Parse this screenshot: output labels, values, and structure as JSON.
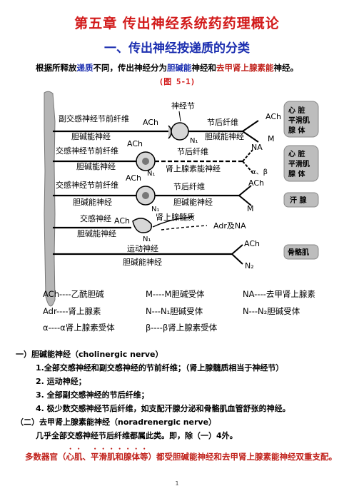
{
  "chapter_title": "第五章  传出神经系统药药理概论",
  "section_title": "一、传出神经按递质的分类",
  "intro": {
    "p1": "根据所释放",
    "p2": "递质",
    "p3": "不同，传出神经分为",
    "p4": "胆碱能",
    "p5": "神经和",
    "p6": "去甲肾上腺素能",
    "p7": "神经。"
  },
  "figure_ref": "(图 5-1)",
  "diagram": {
    "rows": [
      {
        "pre_label": "副交感神经节前纤维",
        "pre_sub": "胆碱能神经",
        "ach_pre": "ACh",
        "ganglion_label": "神经节",
        "n1": "N₁",
        "post_label": "节后纤维",
        "post_sub": "胆碱能神经",
        "ach_post": "ACh",
        "receptor": "M"
      },
      {
        "pre_label": "交感神经节前纤维",
        "pre_sub": "胆碱能神经",
        "ach_pre": "ACh",
        "n1": "N₁",
        "post_label": "节后纤维",
        "post_sub": "肾上腺素能神经",
        "trans_post": "NA",
        "receptor": "α、β"
      },
      {
        "pre_label": "交感神经节前纤维",
        "pre_sub": "胆碱能神经",
        "ach_pre": "ACh",
        "n1": "N₁",
        "post_label": "节后纤维",
        "post_sub": "胆碱能神经",
        "ach_post": "ACh",
        "receptor": "M"
      },
      {
        "pre_label": "交感神经",
        "pre_sub": "胆碱能神经",
        "ach_pre": "ACh",
        "n1": "N₁",
        "post_label": "肾上腺髓质",
        "post_sub": "Adr及NA"
      },
      {
        "pre_label": "运动神经",
        "pre_sub": "胆碱能神经",
        "ach_post": "ACh",
        "receptor": "N₂"
      }
    ],
    "organs": [
      "心 脏",
      "平滑肌",
      "腺 体",
      "心 脏",
      "平滑肌",
      "腺 体",
      "汗 腺",
      "骨骼肌"
    ],
    "legend": [
      [
        "ACh----乙酰胆碱",
        "M----M胆碱受体",
        "NA----去甲肾上腺素"
      ],
      [
        "Adr----肾上腺素",
        "N---N₁胆碱受体",
        "N---N₂胆碱受体"
      ],
      [
        "α----α肾上腺素受体",
        "β----β肾上腺素受体"
      ]
    ]
  },
  "body": {
    "l1": "一）胆碱能神经（cholinergic nerve）",
    "l2": "1.全部交感神经和副交感神经的节前纤维；（肾上腺髓质相当于神经节）",
    "l3": "2. 运动神经；",
    "l4": "3. 全部副交感神经的节后纤维；",
    "l5": "4. 极少数交感神经节后纤维，如支配汗腺分泌和骨骼肌血管舒张的神经。",
    "l6": "（二）去甲肾上腺素能神经（noradrenergic nerve）",
    "l7": "几乎全部交感神经节后纤维都属此类。即，除（一）4外。"
  },
  "closing": {
    "a": "多数器官（",
    "b": "心肌、平滑肌和腺体等",
    "c": "）都受胆碱能神经和去甲肾上腺素能神经双重支配。"
  },
  "page_number": "1",
  "colors": {
    "title_red": "#d21a1a",
    "subtitle_blue": "#1c2fb0",
    "spine": "#b5b5b5",
    "organ_box": "#bdbdbd"
  }
}
